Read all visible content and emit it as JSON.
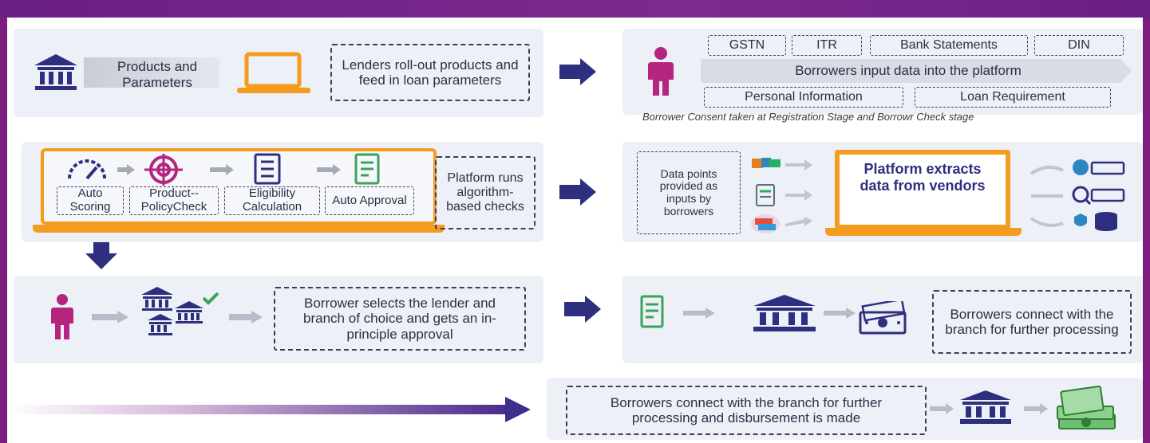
{
  "panel1": {
    "products_label": "Products and Parameters",
    "lenders_text": "Lenders roll-out products and feed in loan parameters"
  },
  "panel2": {
    "tags_top": [
      "GSTN",
      "ITR",
      "Bank Statements",
      "DIN"
    ],
    "banner": "Borrowers input data into the platform",
    "tags_bottom": [
      "Personal Information",
      "Loan Requirement"
    ],
    "caption": "Borrower Consent taken at Registration Stage and Borrowr Check stage"
  },
  "panel3": {
    "steps": [
      "Auto Scoring",
      "Product-- PolicyCheck",
      "Eligibility Calculation",
      "Auto Approval"
    ],
    "side_text": "Platform runs algorithm-based checks"
  },
  "panel4": {
    "data_points": "Data points provided as inputs by borrowers",
    "platform_text": "Platform extracts data from vendors"
  },
  "panel5": {
    "text": "Borrower selects the lender and branch of choice and gets an in-principle approval"
  },
  "panel6": {
    "text": "Borrowers connect with the branch for further processing"
  },
  "panel7": {
    "text": "Borrowers connect with the branch for further processing and disbursement is made"
  },
  "colors": {
    "navy": "#2e2f7f",
    "orange": "#f39c1d",
    "magenta": "#b5257f",
    "green": "#3aa35a",
    "purple_frame": "#7a1f7e"
  }
}
